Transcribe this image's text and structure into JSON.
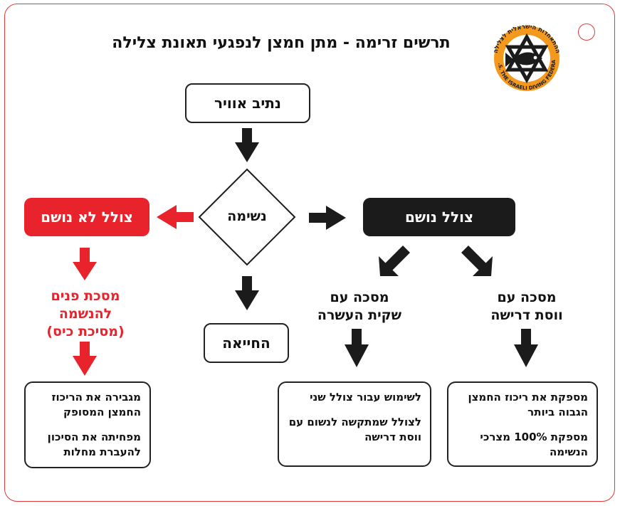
{
  "title": "תרשים זרימה - מתן חמצן לנפגעי תאונת צלילה",
  "logo": {
    "text_top": "ההתאחדות הישראלית לצלילה",
    "text_bottom": "C.M.A.S. THE ISRAELI DIVING FEDERATION",
    "colors": {
      "orange": "#f39a1e",
      "dark": "#1b1b1b"
    }
  },
  "nodes": {
    "airway": "נתיב אוויר",
    "breathing": "נשימה",
    "not_breathing": "צולל לא נושם",
    "breathing_diver": "צולל נושם",
    "resuscitation": "החייאה",
    "pocket_mask_lines": [
      "מסכת פנים",
      "להנשמה",
      "(מסיכת כיס)"
    ],
    "reservoir_mask_lines": [
      "מסכה עם",
      "שקית העשרה"
    ],
    "demand_mask_lines": [
      "מסכה עם",
      "ווסת דרישה"
    ]
  },
  "info_boxes": {
    "left": [
      "מגבירה את הריכוז החמצן המסופק",
      "מפחיתה את הסיכון להעברת מחלות"
    ],
    "middle": [
      "לשימוש עבור צולל שני",
      "לצולל שמתקשה לנשום עם ווסת דרישה"
    ],
    "right": [
      "מספקת את ריכוז החמצן הגבוה ביותר",
      "מספקת 100% מצרכי הנשימה"
    ]
  },
  "colors": {
    "red": "#e8232b",
    "black": "#1b1b1b",
    "border": "#e3393b"
  }
}
